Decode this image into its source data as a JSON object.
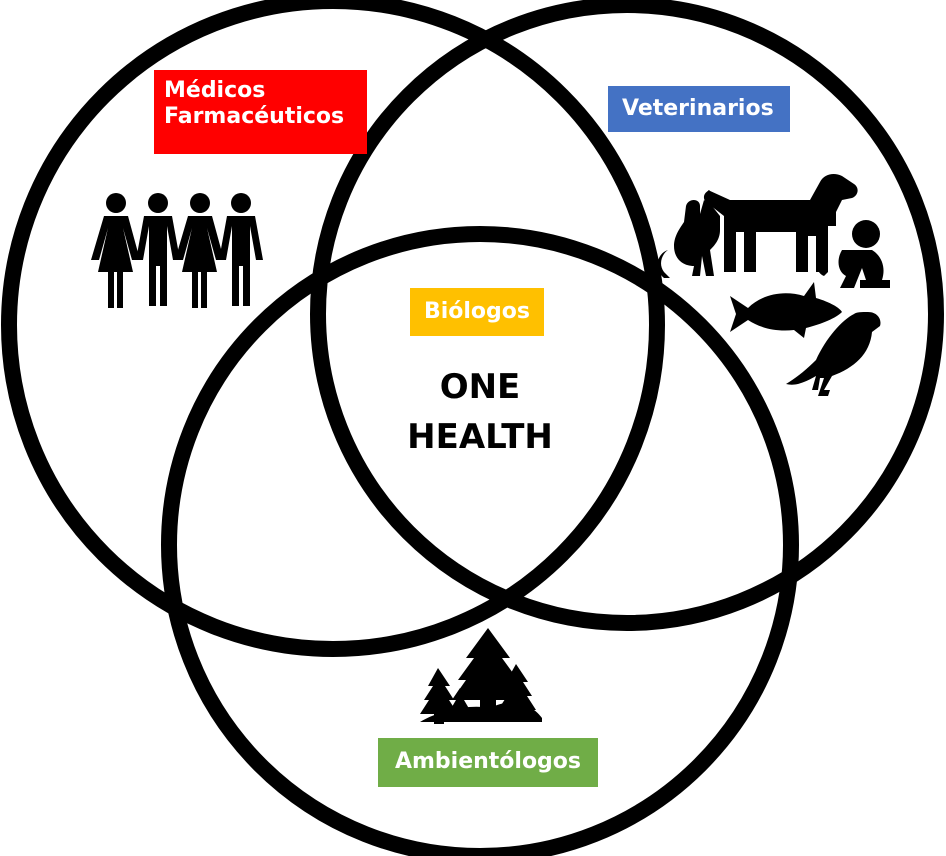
{
  "diagram": {
    "type": "venn-3",
    "center": {
      "line1": "ONE",
      "line2": "HEALTH"
    },
    "groups": {
      "medicos": {
        "line1": "Médicos",
        "line2": "Farmacéuticos",
        "color": "#ff0000",
        "icon": "people-icon"
      },
      "veterinarios": {
        "label": "Veterinarios",
        "color": "#4472c4",
        "icon": "animals-icon"
      },
      "biologos": {
        "label": "Biólogos",
        "color": "#ffc000"
      },
      "ambientologos": {
        "label": "Ambientólogos",
        "color": "#70ad47",
        "icon": "trees-icon"
      }
    },
    "circle_stroke": "#000000"
  }
}
